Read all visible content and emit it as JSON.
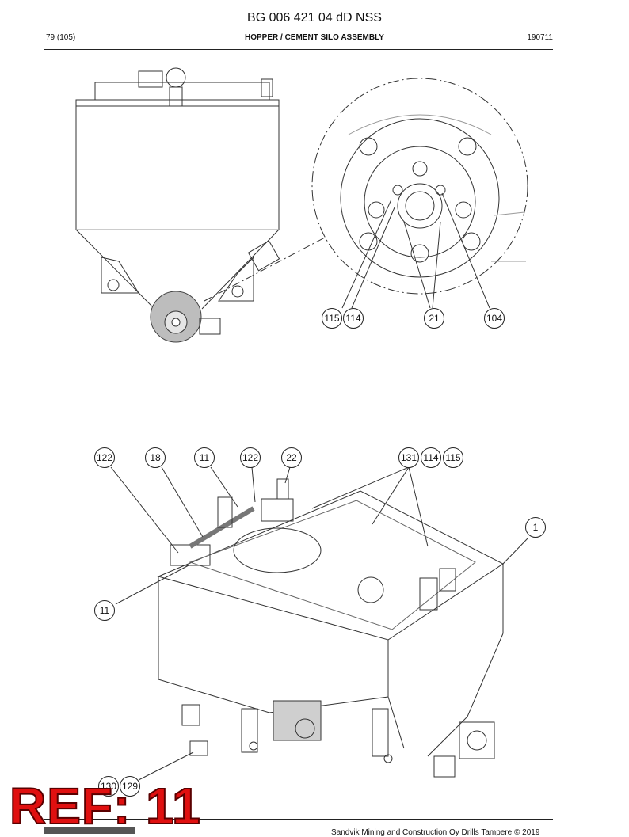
{
  "header": {
    "doc_title": "BG 006 421 04 dD NSS",
    "page": "79 (105)",
    "section": "HOPPER / CEMENT SILO ASSEMBLY",
    "date": "190711"
  },
  "callouts": {
    "detail_115": "115",
    "detail_114": "114",
    "detail_21": "21",
    "detail_104": "104",
    "top_122a": "122",
    "top_18": "18",
    "top_11": "11",
    "top_122b": "122",
    "top_22": "22",
    "top_131": "131",
    "top_114": "114",
    "top_115": "115",
    "side_1": "1",
    "side_11": "11",
    "bottom_130": "130",
    "bottom_129": "129"
  },
  "stamp": {
    "ref": "REF: 11"
  },
  "footer": {
    "copyright": "Sandvik Mining and Construction Oy Drills Tampere © 2019"
  }
}
